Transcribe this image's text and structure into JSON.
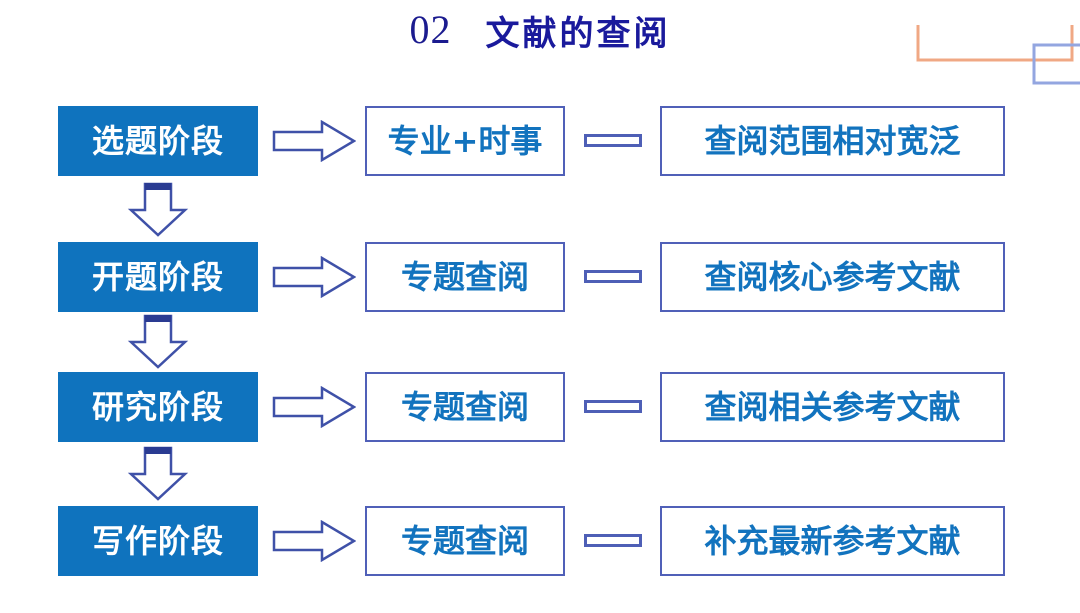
{
  "title": {
    "number": "02",
    "text": "文献的查阅"
  },
  "colors": {
    "stage_fill": "#0f73be",
    "stage_text": "#ffffff",
    "outline_border": "#5060b8",
    "outline_text": "#1273be",
    "arrow_stroke": "#3f51a8",
    "arrow_cap": "#2a3b92",
    "title_text": "#1a1a9c",
    "deco_orange": "#f0a884",
    "deco_blue": "#93a6e0",
    "background": "#ffffff"
  },
  "decoration": {
    "orange_bracket": "orange-open-rectangle",
    "blue_rectangle": "blue-rectangle-outline"
  },
  "flow": {
    "rows": [
      {
        "stage": "选题阶段",
        "arrow": "right-block-arrow",
        "method": "专业+时事",
        "connector": "horizontal-bar-connector",
        "scope": "查阅范围相对宽泛"
      },
      {
        "stage": "开题阶段",
        "arrow": "right-block-arrow",
        "method": "专题查阅",
        "connector": "horizontal-bar-connector",
        "scope": "查阅核心参考文献"
      },
      {
        "stage": "研究阶段",
        "arrow": "right-block-arrow",
        "method": "专题查阅",
        "connector": "horizontal-bar-connector",
        "scope": "查阅相关参考文献"
      },
      {
        "stage": "写作阶段",
        "arrow": "right-block-arrow",
        "method": "专题查阅",
        "connector": "horizontal-bar-connector",
        "scope": "补充最新参考文献"
      }
    ],
    "down_arrows": [
      "down-block-arrow",
      "down-block-arrow",
      "down-block-arrow"
    ]
  }
}
